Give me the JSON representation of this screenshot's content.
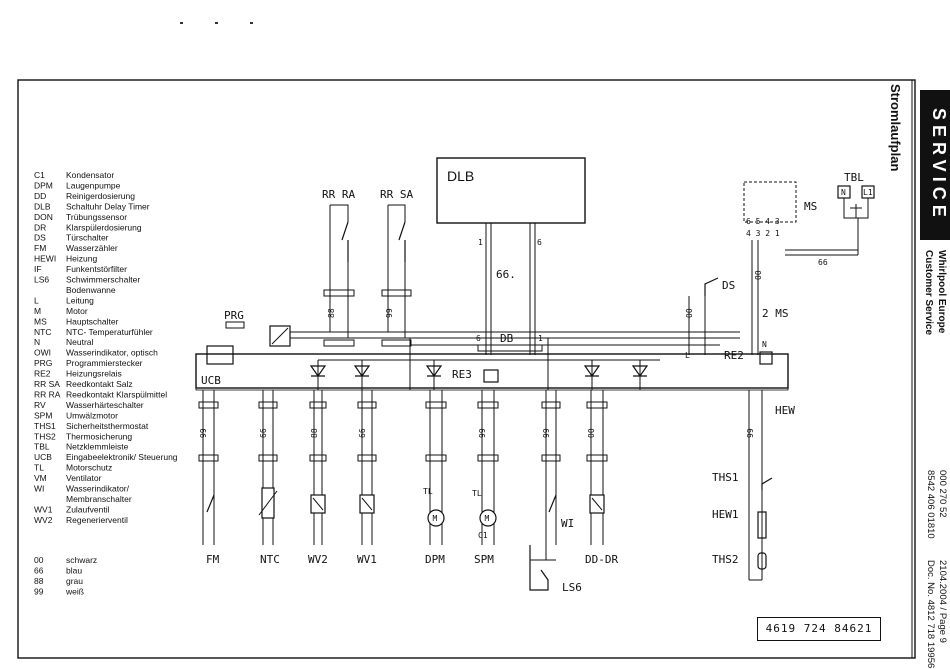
{
  "header": {
    "service": "SERVICE",
    "brand_line1": "Whirlpool Europe",
    "brand_line2": "Customer Service",
    "doc_line1": "000 270 52",
    "doc_line2": "8542 406 01810",
    "page_line1": "2104.2004 / Page 9",
    "page_line2": "Doc. No. 4812 718 19956",
    "plan_title": "Stromlaufplan"
  },
  "legend": [
    {
      "code": "C1",
      "desc": "Kondensator"
    },
    {
      "code": "DPM",
      "desc": "Laugenpumpe"
    },
    {
      "code": "DD",
      "desc": "Reinigerdosierung"
    },
    {
      "code": "DLB",
      "desc": "Schaltuhr Delay Timer"
    },
    {
      "code": "DON",
      "desc": "Trübungssensor"
    },
    {
      "code": "DR",
      "desc": "Klarspülerdosierung"
    },
    {
      "code": "DS",
      "desc": "Türschalter"
    },
    {
      "code": "FM",
      "desc": "Wasserzähler"
    },
    {
      "code": "HEWI",
      "desc": "Heizung"
    },
    {
      "code": "IF",
      "desc": "Funkentstörfilter"
    },
    {
      "code": "LS6",
      "desc": "Schwimmerschalter"
    },
    {
      "code": "",
      "desc": "Bodenwanne"
    },
    {
      "code": "L",
      "desc": "Leitung"
    },
    {
      "code": "M",
      "desc": "Motor"
    },
    {
      "code": "MS",
      "desc": "Hauptschalter"
    },
    {
      "code": "NTC",
      "desc": "NTC- Temperaturfühler"
    },
    {
      "code": "N",
      "desc": "Neutral"
    },
    {
      "code": "OWI",
      "desc": "Wasserindikator, optisch"
    },
    {
      "code": "PRG",
      "desc": "Programmierstecker"
    },
    {
      "code": "RE2",
      "desc": "Heizungsrelais"
    },
    {
      "code": "RR SA",
      "desc": "Reedkontakt Salz"
    },
    {
      "code": "RR RA",
      "desc": "Reedkontakt Klarspülmittel"
    },
    {
      "code": "RV",
      "desc": "Wasserhärteschalter"
    },
    {
      "code": "SPM",
      "desc": "Umwälzmotor"
    },
    {
      "code": "THS1",
      "desc": "Sicherheitsthermostat"
    },
    {
      "code": "THS2",
      "desc": "Thermosicherung"
    },
    {
      "code": "TBL",
      "desc": "Netzklemmleiste"
    },
    {
      "code": "UCB",
      "desc": "Eingabeelektronik/ Steuerung"
    },
    {
      "code": "TL",
      "desc": "Motorschutz"
    },
    {
      "code": "VM",
      "desc": "Ventilator"
    },
    {
      "code": "WI",
      "desc": "Wasserindikator/"
    },
    {
      "code": "",
      "desc": "Membranschalter"
    },
    {
      "code": "WV1",
      "desc": "Zulaufventil"
    },
    {
      "code": "WV2",
      "desc": "Regenerierventil"
    }
  ],
  "colors": [
    {
      "code": "00",
      "desc": "schwarz"
    },
    {
      "code": "66",
      "desc": "blau"
    },
    {
      "code": "88",
      "desc": "grau"
    },
    {
      "code": "99",
      "desc": "weiß"
    }
  ],
  "labels": {
    "dlb": "DLB",
    "db": "DB",
    "db_wire": "66.",
    "ucb": "UCB",
    "prg": "PRG",
    "re2": "RE2",
    "re3": "RE3",
    "rr_ra": "RR RA",
    "rr_sa": "RR SA",
    "ds": "DS",
    "ms": "MS",
    "ms_pin": "2 MS",
    "tbl": "TBL",
    "tbl_n": "N",
    "tbl_l1": "L1",
    "hew": "HEW",
    "ths1": "THS1",
    "hew1": "HEW1",
    "ths2": "THS2",
    "fm": "FM",
    "ntc": "NTC",
    "wv2": "WV2",
    "wv1": "WV1",
    "dpm": "DPM",
    "spm": "SPM",
    "ls6": "LS6",
    "dd_dr": "DD-DR",
    "wi": "WI",
    "tl": "TL",
    "c1": "C1",
    "l": "L",
    "n": "N",
    "wire_66": "66",
    "drawing_no": "4619 724 84621"
  }
}
